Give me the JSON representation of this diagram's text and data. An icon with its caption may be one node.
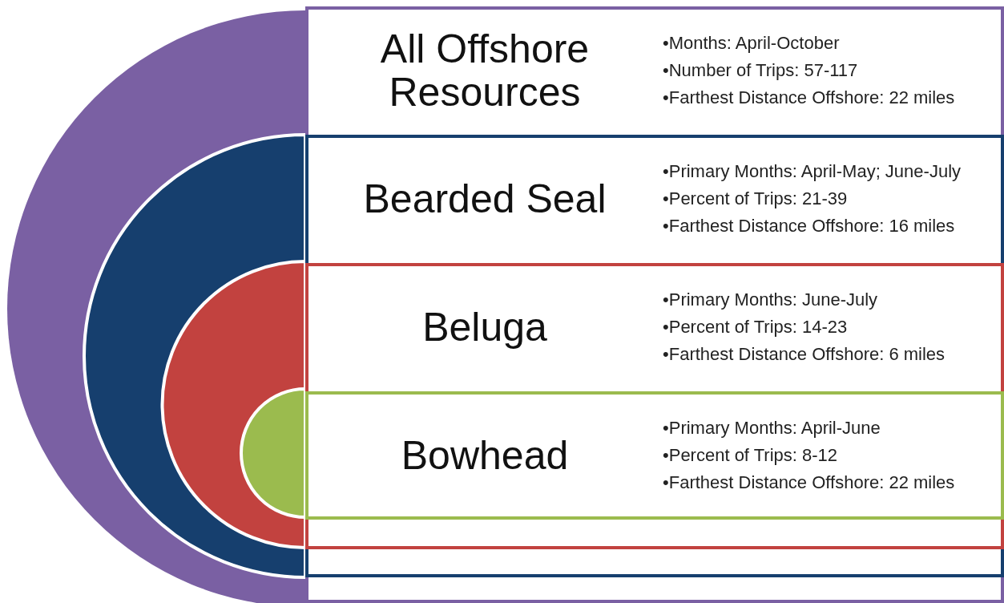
{
  "diagram": {
    "nodes": [
      {
        "text": [
          "All Offshore Resources",
          "•Months: April-October",
          "•Number of Trips: 57-117",
          "•Farthest Distance Offshore: 22 miles"
        ]
      },
      {
        "text": [
          "Bearded Seal",
          "•Primary Months: April-May; June-July",
          "•Percent of Trips: 21-39",
          "•Farthest Distance Offshore: 16 miles"
        ],
        "in": 0
      },
      {
        "text": [
          "Beluga",
          "•Primary Months: June-July",
          "•Percent of Trips: 14-23",
          "•Farthest Distance Offshore: 6 miles"
        ],
        "in": 1
      },
      {
        "text": [
          "Bowhead",
          "•Primary Months: April-June",
          "•Percent of Trips: 8-12",
          "•Farthest Distance Offshore: 22 miles"
        ],
        "in": 2
      }
    ]
  }
}
